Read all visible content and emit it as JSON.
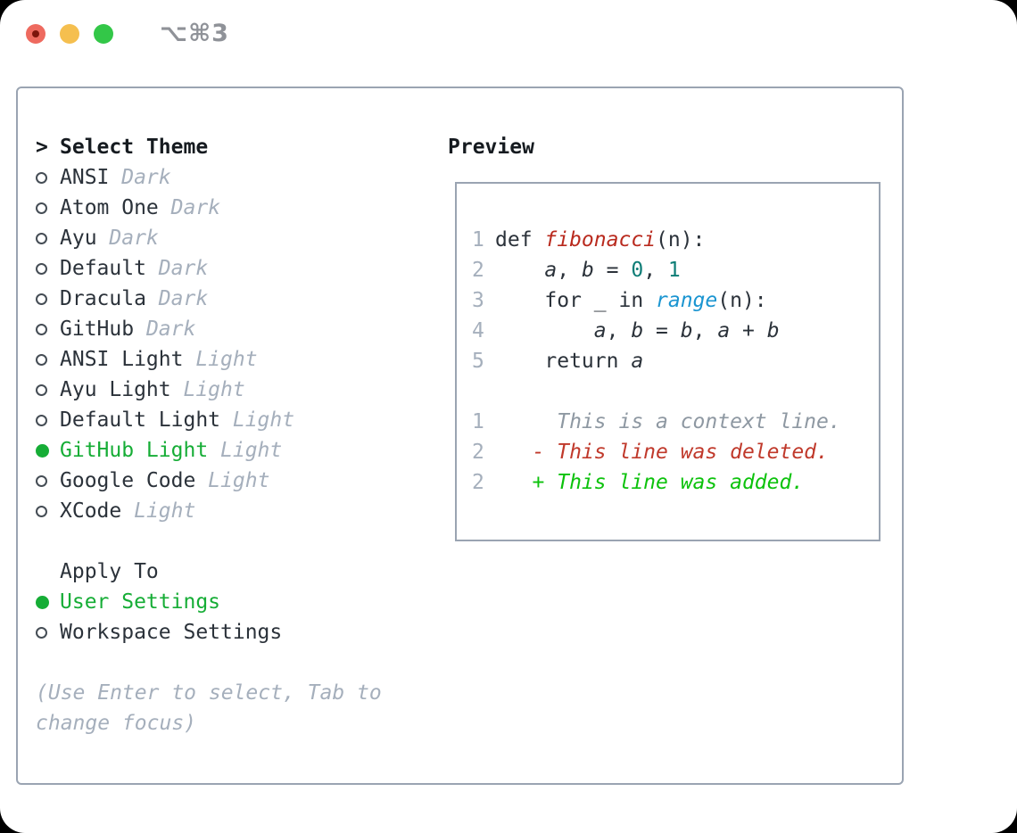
{
  "window": {
    "title": "⌥⌘3",
    "controls": {
      "close": "close",
      "minimize": "minimize",
      "zoom": "zoom"
    }
  },
  "colors": {
    "fg": "#2b323a",
    "fg-strong": "#161b20",
    "muted": "#a5afbc",
    "border": "#9aa4b2",
    "green-sel": "#16ad36",
    "green-add": "#0cc20c",
    "red-del": "#c0392b",
    "red-func": "#b92a1e",
    "teal": "#0e7d76",
    "blue": "#1b95d1",
    "context": "#8e98a2",
    "title-gray": "#8f9298",
    "tl-red": "#ee6a5f",
    "tl-yellow": "#f5bf4f",
    "tl-green": "#33c748"
  },
  "theme_panel": {
    "header_prompt": ">",
    "header_label": "Select Theme",
    "themes": [
      {
        "name": "ANSI",
        "variant": "Dark",
        "selected": false
      },
      {
        "name": "Atom One",
        "variant": "Dark",
        "selected": false
      },
      {
        "name": "Ayu",
        "variant": "Dark",
        "selected": false
      },
      {
        "name": "Default",
        "variant": "Dark",
        "selected": false
      },
      {
        "name": "Dracula",
        "variant": "Dark",
        "selected": false
      },
      {
        "name": "GitHub",
        "variant": "Dark",
        "selected": false
      },
      {
        "name": "ANSI Light",
        "variant": "Light",
        "selected": false
      },
      {
        "name": "Ayu Light",
        "variant": "Light",
        "selected": false
      },
      {
        "name": "Default Light",
        "variant": "Light",
        "selected": false
      },
      {
        "name": "GitHub Light",
        "variant": "Light",
        "selected": true
      },
      {
        "name": "Google Code",
        "variant": "Light",
        "selected": false
      },
      {
        "name": "XCode",
        "variant": "Light",
        "selected": false
      }
    ],
    "apply_to_label": "Apply To",
    "apply_options": [
      {
        "name": "User Settings",
        "selected": true
      },
      {
        "name": "Workspace Settings",
        "selected": false
      }
    ],
    "hint": "(Use Enter to select, Tab to change focus)"
  },
  "preview": {
    "label": "Preview",
    "code_lines": [
      {
        "num": "1",
        "tokens": [
          {
            "text": "def ",
            "cls": "fg"
          },
          {
            "text": "fibonacci",
            "cls": "func"
          },
          {
            "text": "(n):",
            "cls": "fg"
          }
        ]
      },
      {
        "num": "2",
        "tokens": [
          {
            "text": "    ",
            "cls": "fg"
          },
          {
            "text": "a",
            "cls": "var"
          },
          {
            "text": ", ",
            "cls": "fg"
          },
          {
            "text": "b",
            "cls": "var"
          },
          {
            "text": " = ",
            "cls": "fg"
          },
          {
            "text": "0",
            "cls": "num"
          },
          {
            "text": ", ",
            "cls": "fg"
          },
          {
            "text": "1",
            "cls": "num"
          }
        ]
      },
      {
        "num": "3",
        "tokens": [
          {
            "text": "    for _ in ",
            "cls": "fg"
          },
          {
            "text": "range",
            "cls": "builtin"
          },
          {
            "text": "(n):",
            "cls": "fg"
          }
        ]
      },
      {
        "num": "4",
        "tokens": [
          {
            "text": "        ",
            "cls": "fg"
          },
          {
            "text": "a",
            "cls": "var"
          },
          {
            "text": ", ",
            "cls": "fg"
          },
          {
            "text": "b",
            "cls": "var"
          },
          {
            "text": " = ",
            "cls": "fg"
          },
          {
            "text": "b",
            "cls": "var"
          },
          {
            "text": ", ",
            "cls": "fg"
          },
          {
            "text": "a",
            "cls": "var"
          },
          {
            "text": " + ",
            "cls": "fg"
          },
          {
            "text": "b",
            "cls": "var"
          }
        ]
      },
      {
        "num": "5",
        "tokens": [
          {
            "text": "    return ",
            "cls": "fg"
          },
          {
            "text": "a",
            "cls": "var"
          }
        ]
      },
      {
        "num": "",
        "tokens": []
      },
      {
        "num": "1",
        "tokens": [
          {
            "text": "     This is a context line.",
            "cls": "context"
          }
        ]
      },
      {
        "num": "2",
        "tokens": [
          {
            "text": "   - This line was deleted.",
            "cls": "deleted"
          }
        ]
      },
      {
        "num": "2",
        "tokens": [
          {
            "text": "   + This line was added.",
            "cls": "added"
          }
        ]
      }
    ]
  }
}
